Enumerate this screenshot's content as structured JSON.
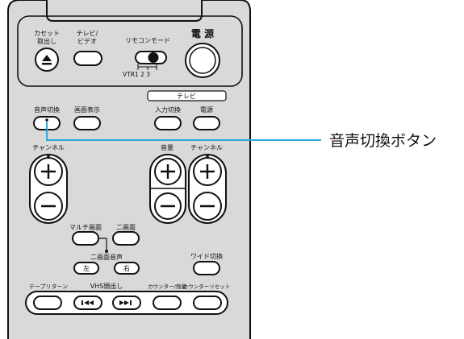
{
  "callout": {
    "label": "音声切換ボタン",
    "line_color": "#2aa8d8"
  },
  "top_panel": {
    "cassette_eject": "カセット\n取出し",
    "tv_video": "テレビ/\nビデオ",
    "remote_mode": "リモコンモード",
    "remote_mode_positions": "VTR1  2  3",
    "power_main": "電 源"
  },
  "tv_section": {
    "header": "テレビ",
    "input_switch": "入力切換",
    "power": "電源"
  },
  "left_row": {
    "audio_switch": "音声切換",
    "display": "画面表示"
  },
  "channel_left": "チャンネル",
  "volume": "音量",
  "channel_right": "チャンネル",
  "screen_row": {
    "multi_screen": "マルチ画面",
    "dual_screen": "二画面",
    "dual_audio": "二画面音声",
    "left": "左",
    "right": "右",
    "wide_switch": "ワイド切換"
  },
  "bottom_row": {
    "tape_return": "テープリターン",
    "vhs_cue": "VHS頭出し",
    "counter_remain": "カウンター/残量",
    "counter_reset": "カウンターリセット"
  },
  "colors": {
    "body": "#d9d9d9",
    "outline": "#111111",
    "button": "#ffffff"
  }
}
